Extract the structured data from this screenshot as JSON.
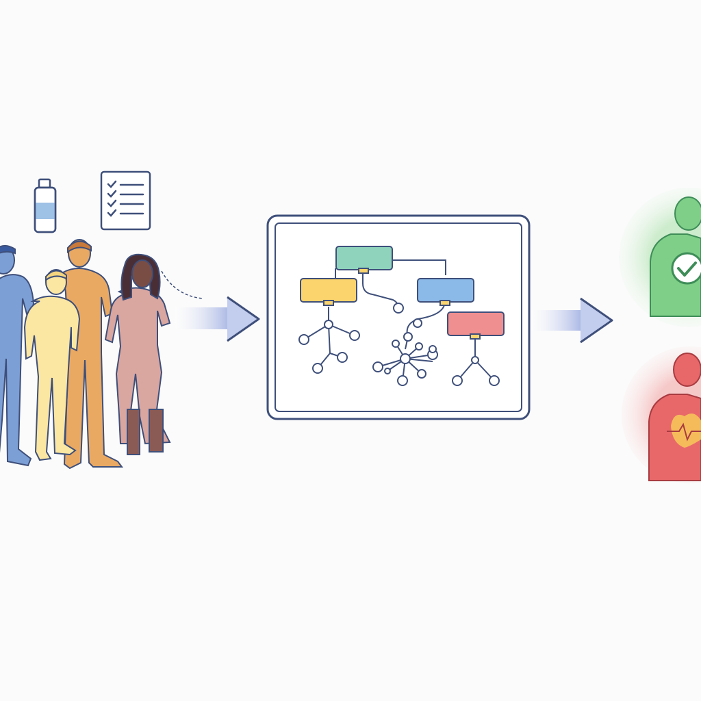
{
  "colors": {
    "background": "#fbfbfb",
    "outline": "#3e4f7a",
    "person_blue": "#7c9fd6",
    "person_yellow": "#fbe6a2",
    "person_orange": "#e9a963",
    "person_pink": "#d9a6a0",
    "skin_dark": "#7a4d44",
    "hair_dark": "#4a2e36",
    "arrow_start": "#ffffff",
    "arrow_end": "#8d9fdc",
    "node_green": "#8fd3bc",
    "node_yellow": "#fbd46d",
    "node_blue": "#8bb9e8",
    "node_red": "#f08f8f",
    "outcome_green": "#7fcf88",
    "outcome_green_glow": "#d7f0d6",
    "outcome_red": "#e8686a",
    "outcome_red_glow": "#f7d3d3",
    "heart_yellow": "#f6c45a"
  },
  "icons": {
    "bottle": "water-bottle-icon",
    "checklist": "checklist-icon",
    "check": "checkmark-icon",
    "heart": "heart-ecg-icon"
  },
  "diagram": {
    "stages": [
      "patient-cohort",
      "model-network",
      "health-outcomes"
    ],
    "people_count": 4,
    "checklist_items": 4,
    "network_boxes": 4,
    "outcomes": [
      "healthy",
      "cardiac-risk"
    ]
  }
}
